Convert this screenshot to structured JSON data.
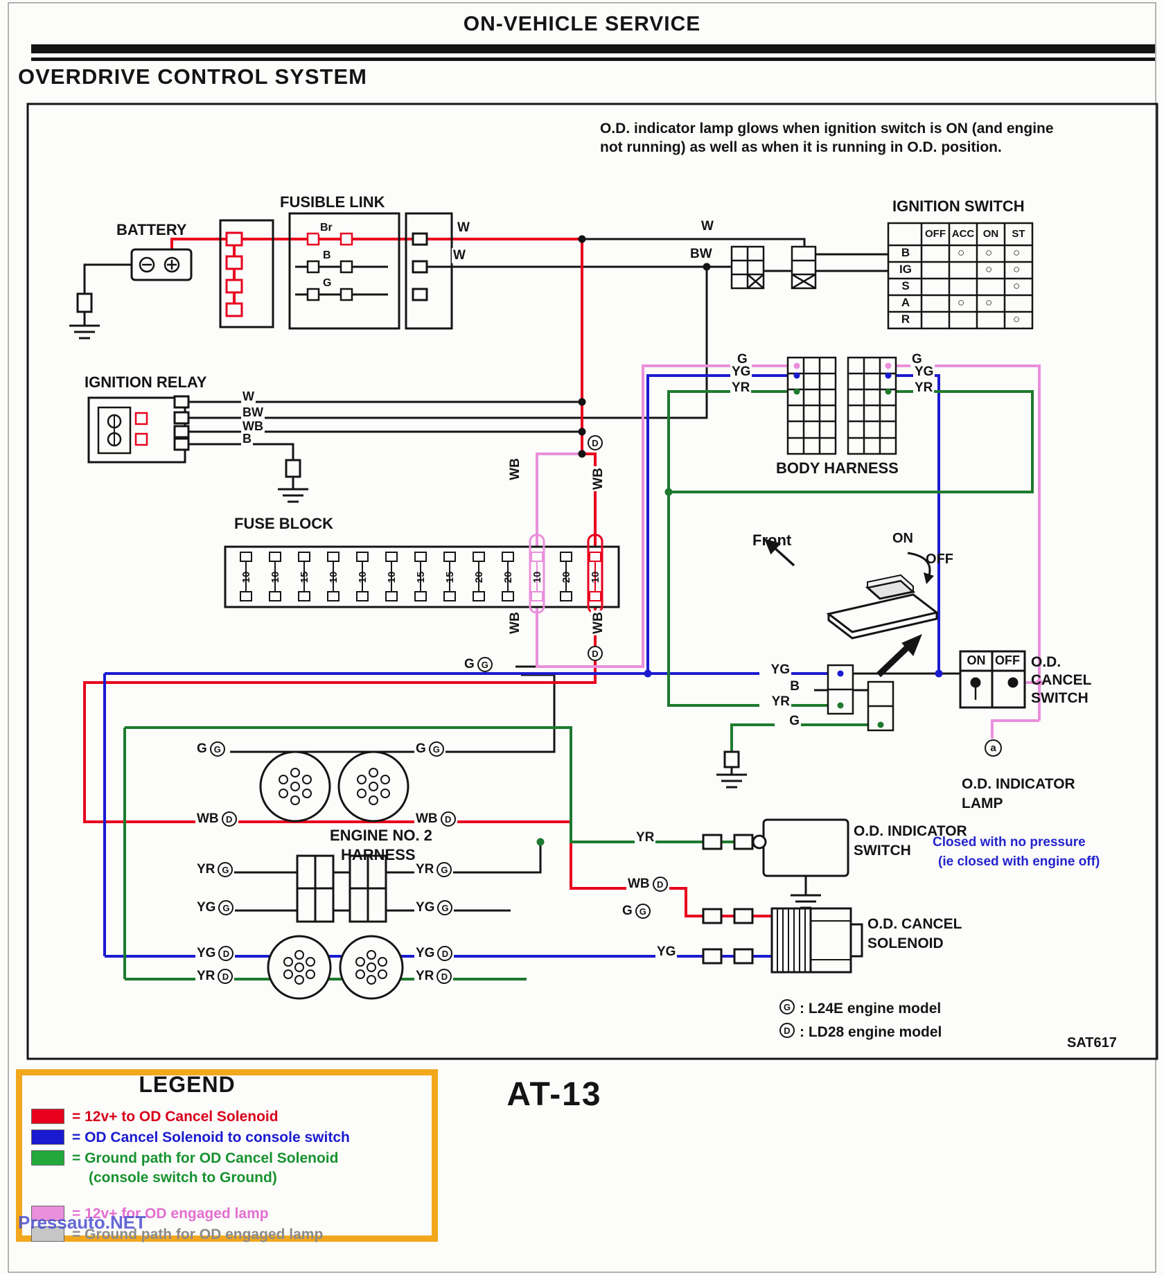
{
  "page": {
    "title": "ON-VEHICLE SERVICE",
    "section": "OVERDRIVE CONTROL SYSTEM",
    "note1": "O.D. indicator lamp glows when ignition switch is ON (and engine",
    "note2": "not running) as well as when it is running in O.D. position.",
    "figure_code": "SAT617",
    "page_code": "AT-13",
    "watermark": "Pressauto.NET"
  },
  "labels": {
    "battery": "BATTERY",
    "fusible_link": "FUSIBLE LINK",
    "ignition_switch": "IGNITION SWITCH",
    "ignition_relay": "IGNITION RELAY",
    "fuse_block": "FUSE BLOCK",
    "body_harness": "BODY HARNESS",
    "front": "Front",
    "on": "ON",
    "off": "OFF",
    "od_cancel_switch_1": "O.D.",
    "od_cancel_switch_2": "CANCEL",
    "od_cancel_switch_3": "SWITCH",
    "od_indicator_lamp_1": "O.D. INDICATOR",
    "od_indicator_lamp_2": "LAMP",
    "engine_harness_1": "ENGINE NO. 2",
    "engine_harness_2": "HARNESS",
    "od_indicator_switch_1": "O.D. INDICATOR",
    "od_indicator_switch_2": "SWITCH",
    "od_cancel_solenoid_1": "O.D. CANCEL",
    "od_cancel_solenoid_2": "SOLENOID",
    "closed_note_1": "Closed with no pressure",
    "closed_note_2": "(ie closed with engine off)",
    "model_g": ":  L24E engine model",
    "model_d": ":  LD28 engine model"
  },
  "codes": {
    "W": "W",
    "BW": "BW",
    "WB": "WB",
    "B": "B",
    "G": "G",
    "YG": "YG",
    "YR": "YR",
    "Br": "Br",
    "D": "D",
    "a": "a"
  },
  "ignition_switch": {
    "columns": [
      "OFF",
      "ACC",
      "ON",
      "ST"
    ],
    "rows": [
      {
        "label": "B",
        "cells": [
          "",
          "○",
          "○",
          "○"
        ]
      },
      {
        "label": "IG",
        "cells": [
          "",
          "",
          "○",
          "○"
        ]
      },
      {
        "label": "S",
        "cells": [
          "",
          "",
          "",
          "○"
        ]
      },
      {
        "label": "A",
        "cells": [
          "",
          "○",
          "○",
          ""
        ]
      },
      {
        "label": "R",
        "cells": [
          "",
          "",
          "",
          "○"
        ]
      }
    ]
  },
  "fuses": [
    "10",
    "10",
    "15",
    "10",
    "10",
    "10",
    "15",
    "15",
    "20",
    "20",
    "10",
    "20",
    "10"
  ],
  "legend": {
    "title": "LEGEND",
    "colors": {
      "red": "#e8001d",
      "blue": "#1a1ad0",
      "green": "#22a93c",
      "pink": "#ea8fdc",
      "gray": "#c6c6c6",
      "border": "#f2a71d"
    },
    "items": [
      {
        "label": "= 12v+ to OD Cancel Solenoid"
      },
      {
        "label": "= OD Cancel Solenoid to console switch"
      },
      {
        "label": "= Ground path for OD Cancel Solenoid"
      },
      {
        "label": "(console switch to Ground)"
      },
      {
        "label": "= 12v+ for OD engaged lamp"
      },
      {
        "label": "= Ground path for OD engaged lamp"
      }
    ]
  }
}
